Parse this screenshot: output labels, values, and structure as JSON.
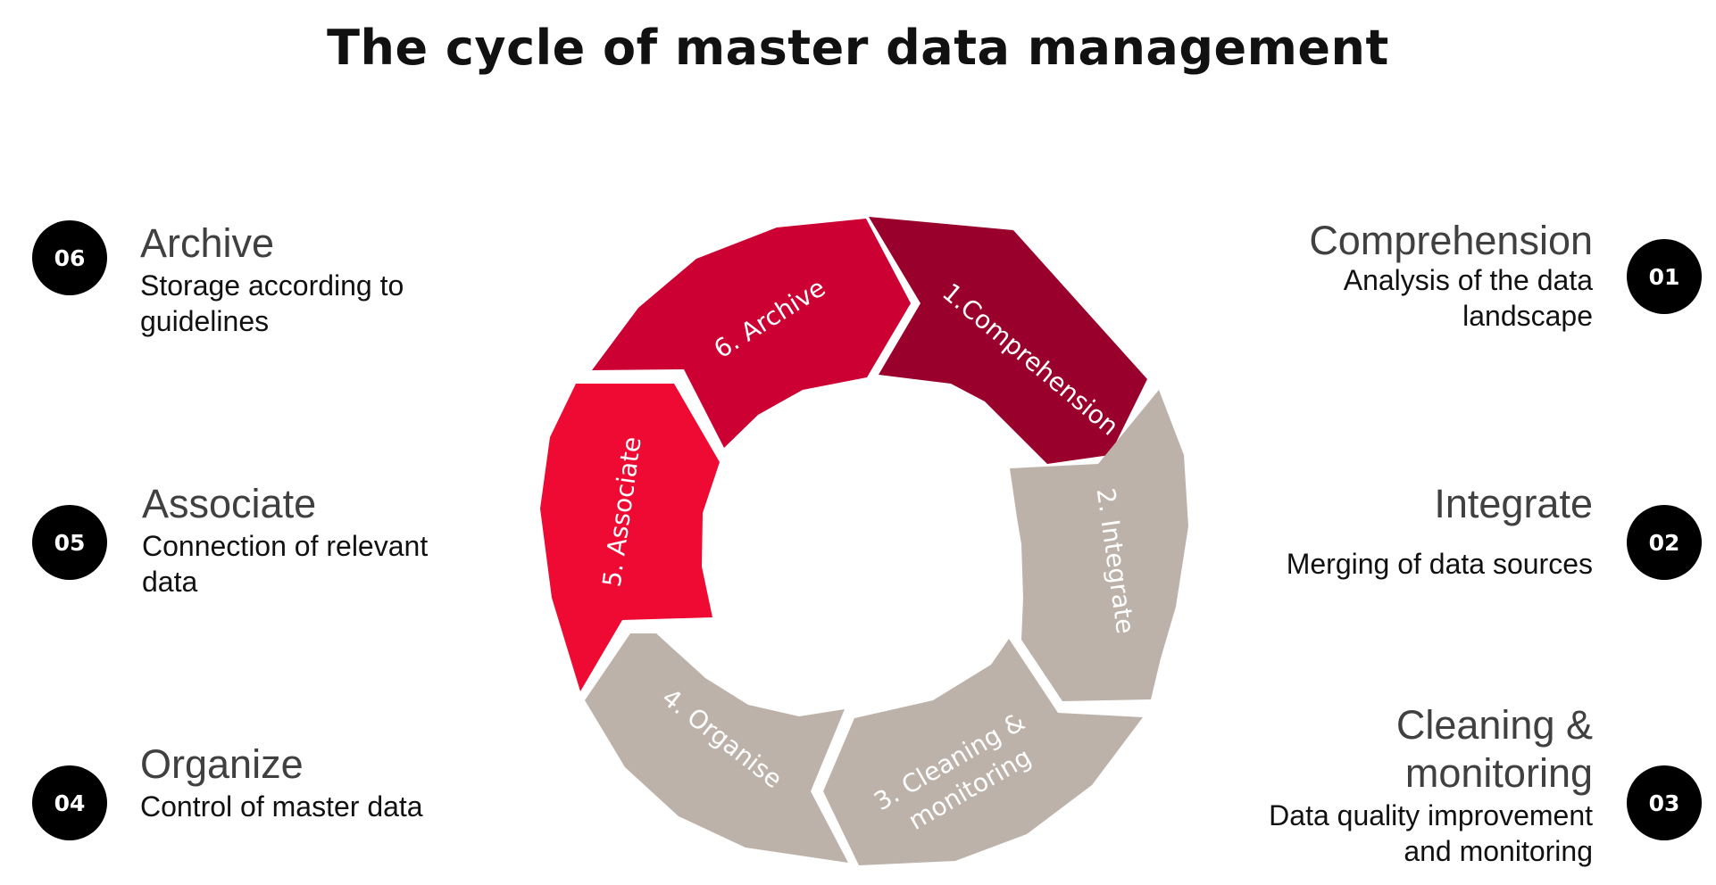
{
  "title": "The cycle of master data management",
  "colors": {
    "comprehension": "#99002b",
    "archive": "#cc0033",
    "associate": "#ee0a33",
    "grey": "#bdb2aa",
    "circle": "#000000"
  },
  "steps": [
    {
      "num": "01",
      "heading": "Comprehension",
      "desc_lines": [
        "Analysis of the data",
        "landscape"
      ],
      "ring_label": "1.Comprehension"
    },
    {
      "num": "02",
      "heading": "Integrate",
      "desc_lines": [
        "Merging of data sources"
      ],
      "ring_label": "2. Integrate"
    },
    {
      "num": "03",
      "heading_lines": [
        "Cleaning &",
        "monitoring"
      ],
      "desc_lines": [
        "Data quality improvement",
        "and monitoring"
      ],
      "ring_label_lines": [
        "3. Cleaning &",
        "monitoring"
      ]
    },
    {
      "num": "04",
      "heading": "Organize",
      "desc_lines": [
        "Control of master data"
      ],
      "ring_label": "4. Organise"
    },
    {
      "num": "05",
      "heading": "Associate",
      "desc_lines": [
        "Connection of relevant",
        "data"
      ],
      "ring_label": "5. Associate"
    },
    {
      "num": "06",
      "heading": "Archive",
      "desc_lines": [
        "Storage according to",
        "guidelines"
      ],
      "ring_label": "6. Archive"
    }
  ]
}
